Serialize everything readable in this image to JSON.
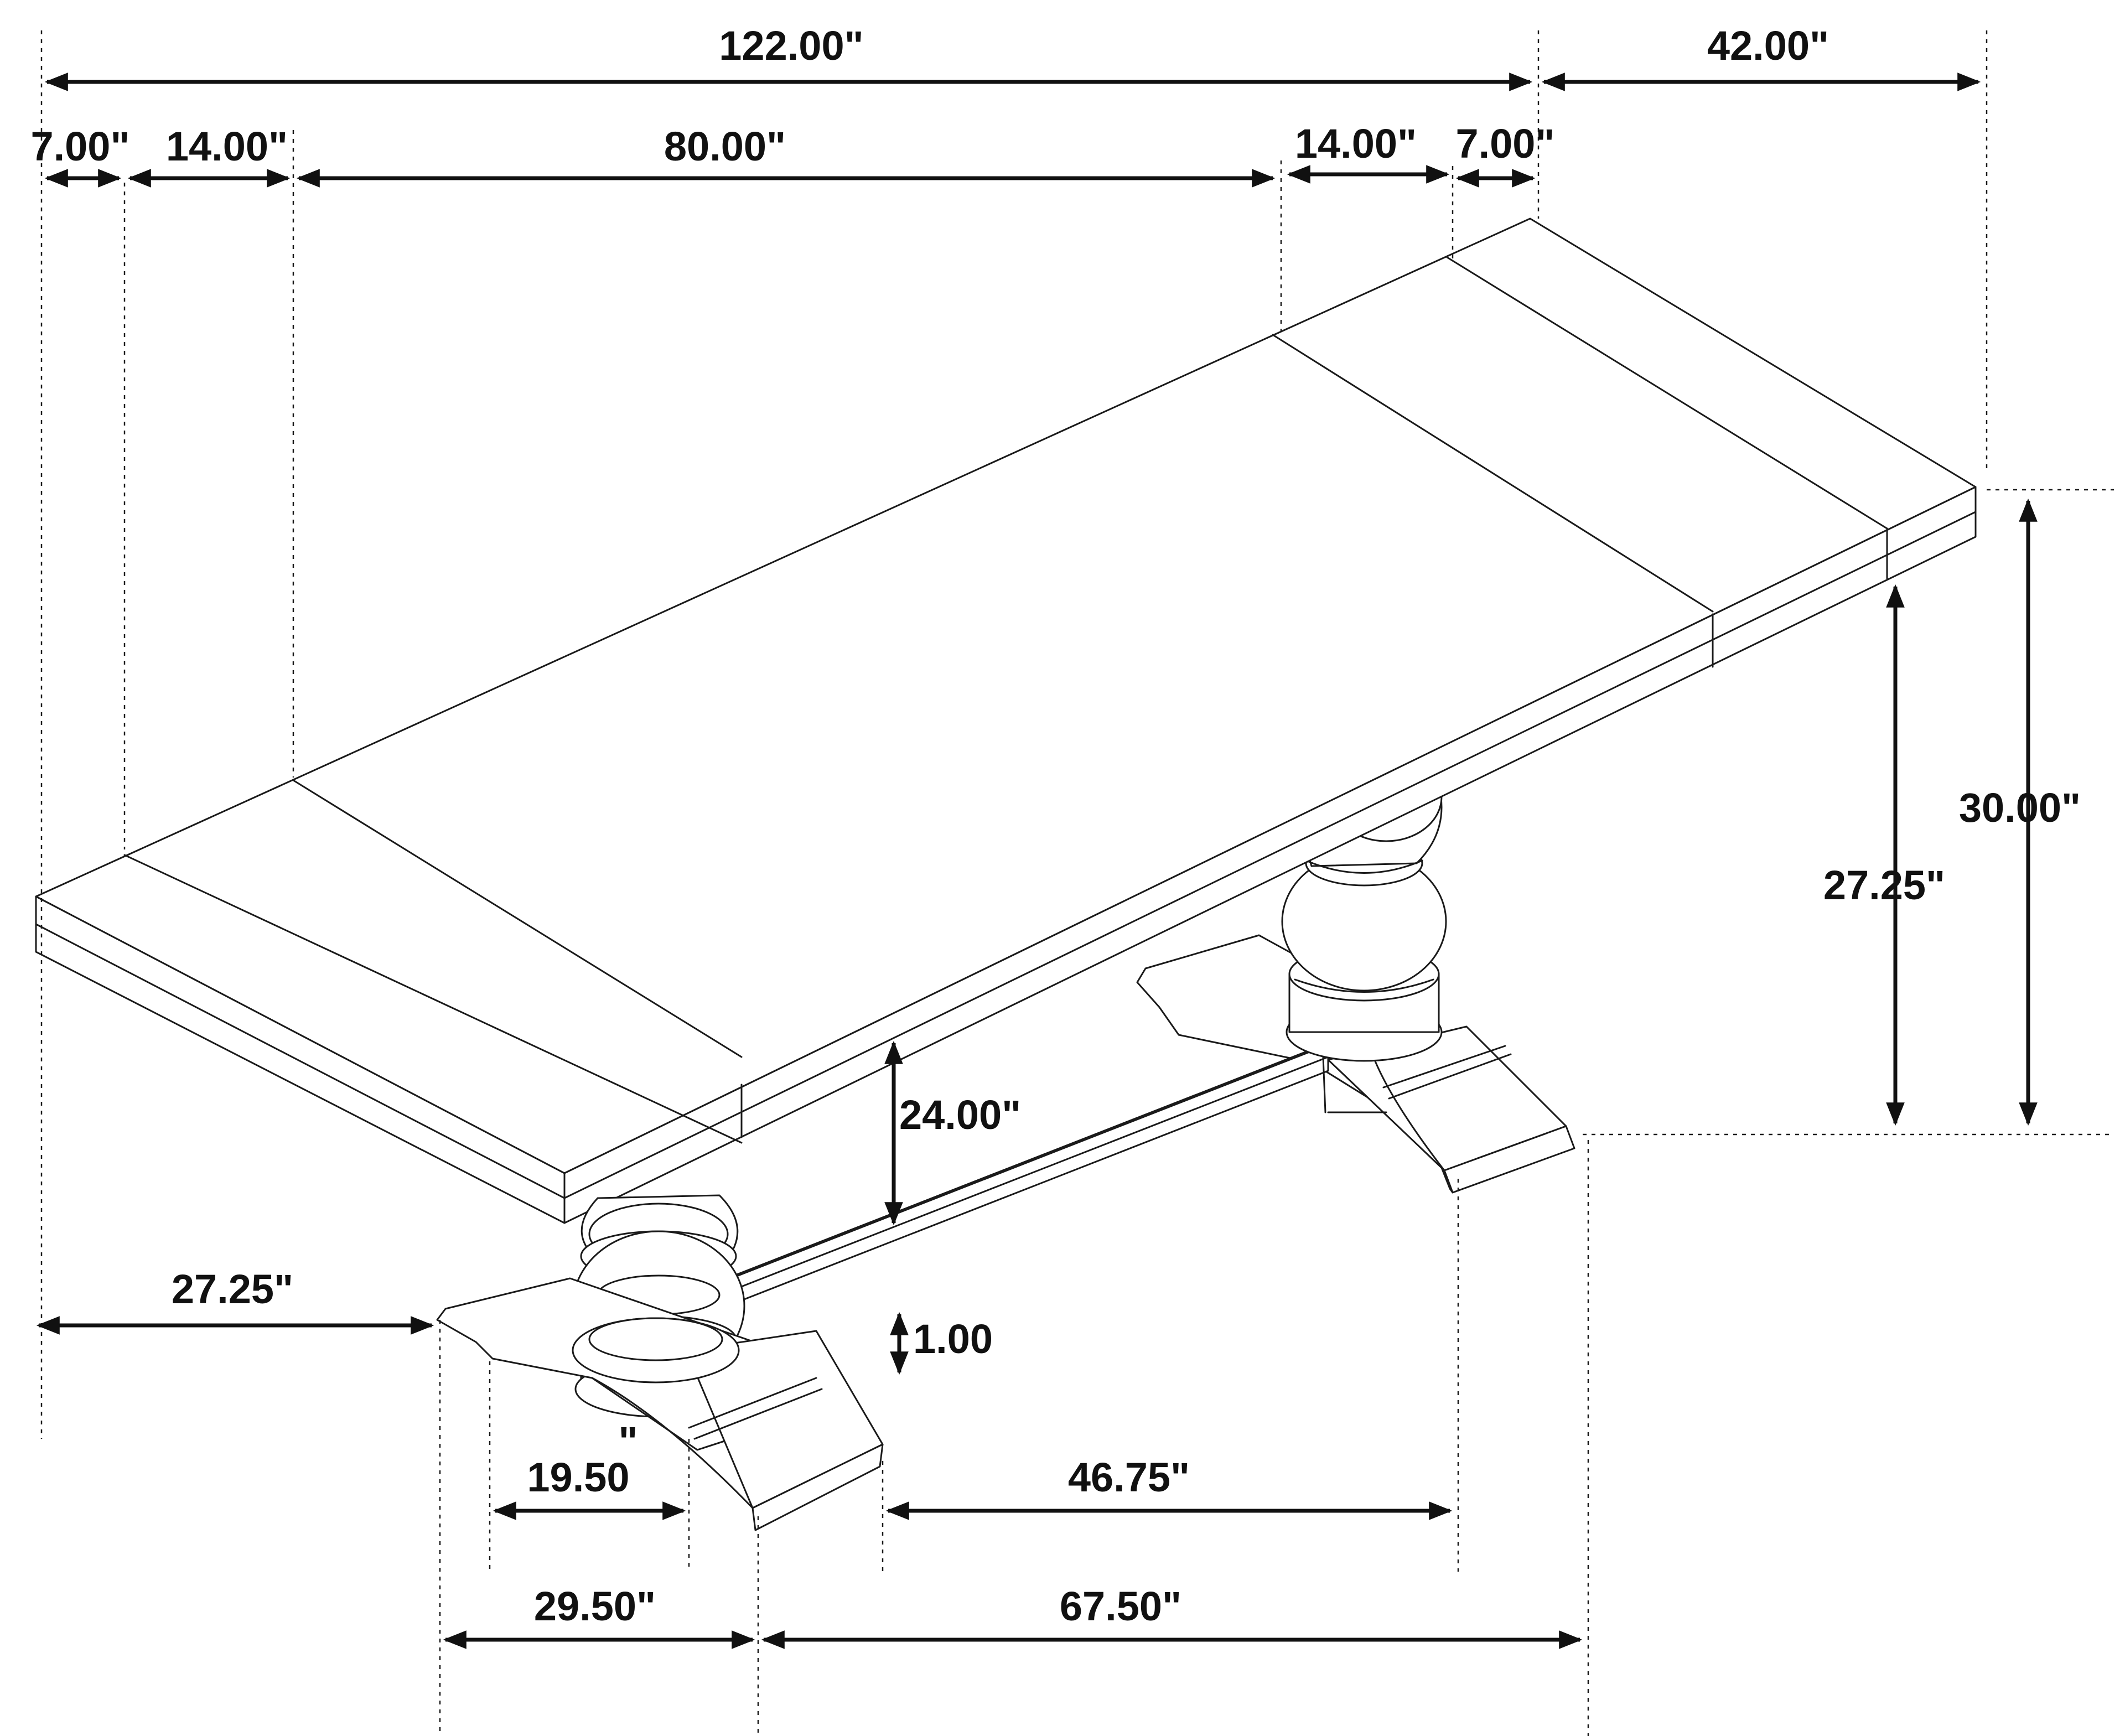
{
  "colors": {
    "line": "#1a1a1a",
    "background": "#ffffff"
  },
  "dimensions": {
    "total_length": "122.00\"",
    "depth": "42.00\"",
    "left_leaf_end": "7.00\"",
    "left_leaf": "14.00\"",
    "center_top": "80.00\"",
    "right_leaf": "14.00\"",
    "right_leaf_end": "7.00\"",
    "total_height": "30.00\"",
    "height_to_apron": "27.25\"",
    "knee_clearance": "24.00\"",
    "stretcher_thickness": "1.00",
    "overhang": "27.25\"",
    "foot_inner": "19.50",
    "foot_inner_mark": "\"",
    "between_feet": "46.75\"",
    "foot_width": "29.50\"",
    "between_feet_outer": "67.50\""
  }
}
